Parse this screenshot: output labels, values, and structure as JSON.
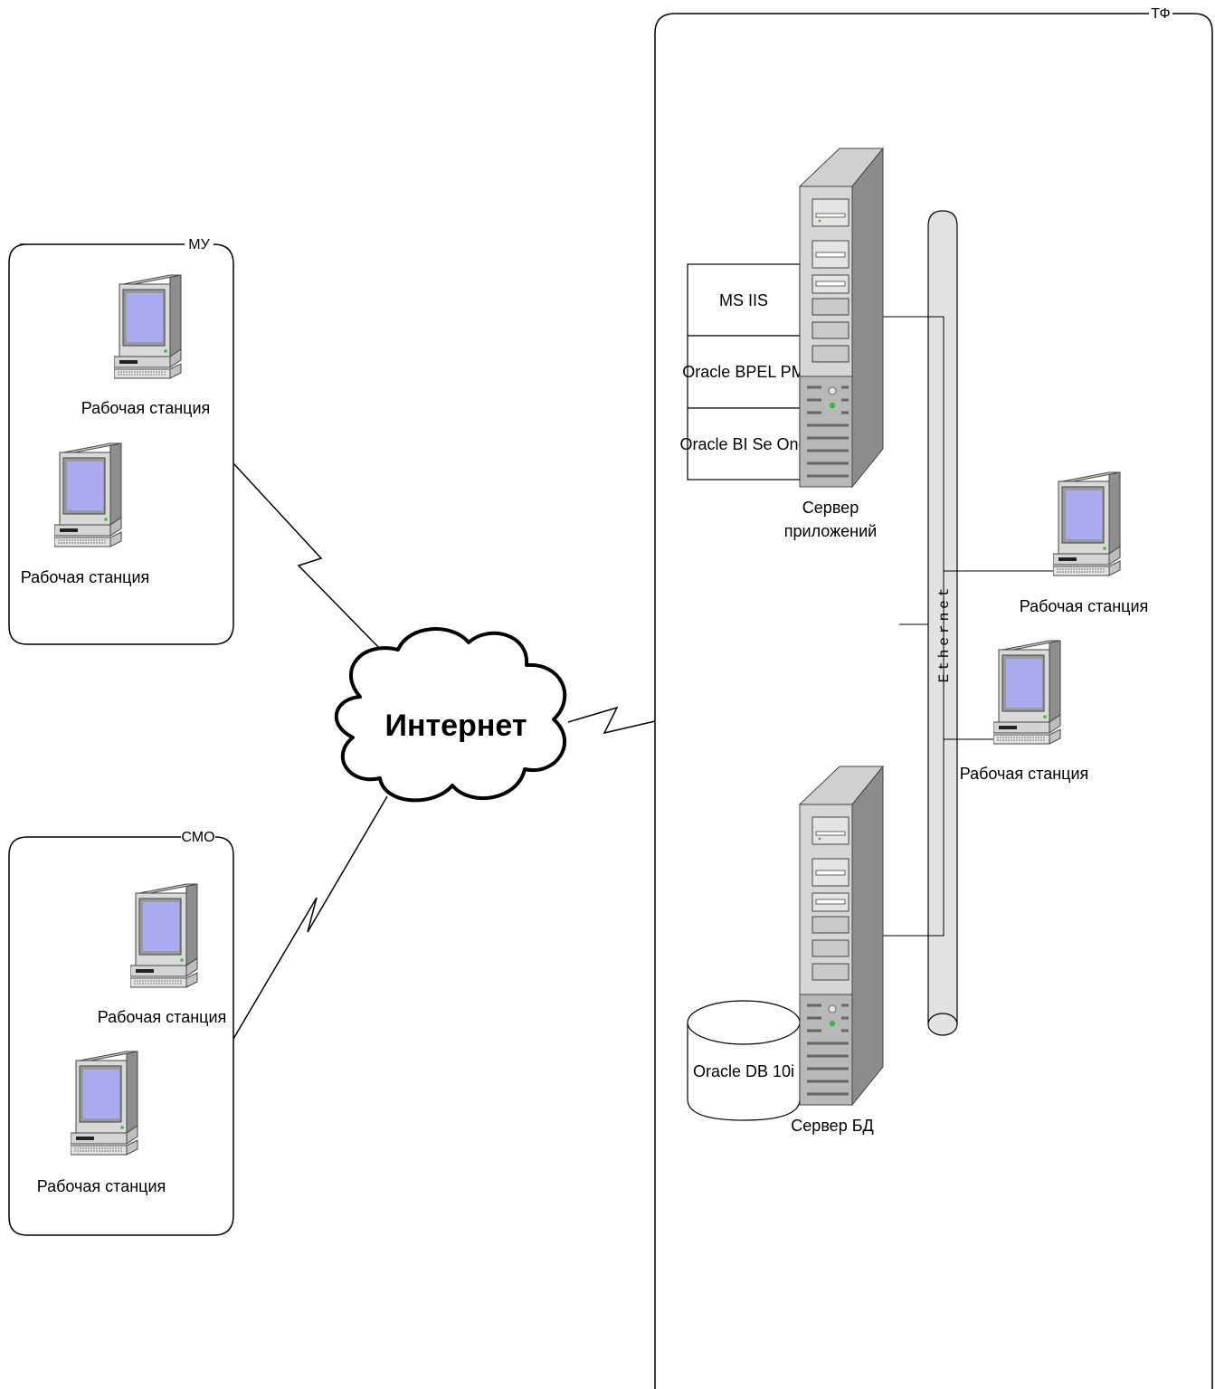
{
  "groups": {
    "mu": {
      "label": "МУ"
    },
    "smo": {
      "label": "СМО"
    },
    "tf": {
      "label": "ТФ"
    }
  },
  "cloud": {
    "label": "Интернет"
  },
  "network": {
    "label": "Ethernet"
  },
  "workstations": {
    "mu_1": "Рабочая станция",
    "mu_2": "Рабочая станция",
    "smo_1": "Рабочая станция",
    "smo_2": "Рабочая станция",
    "tf_1": "Рабочая станция",
    "tf_2": "Рабочая станция"
  },
  "app_server": {
    "label_line1": "Сервер",
    "label_line2": "приложений",
    "components": [
      "MS IIS",
      "Oracle BPEL PM",
      "Oracle BI Se One"
    ]
  },
  "db_server": {
    "label": "Сервер БД",
    "database": "Oracle DB 10i"
  },
  "colors": {
    "screen": "#a9aaf0",
    "case_light": "#d8d8d8",
    "case_mid": "#bdbdbd",
    "case_dark": "#8c8c8c",
    "led": "#2fc12f"
  }
}
